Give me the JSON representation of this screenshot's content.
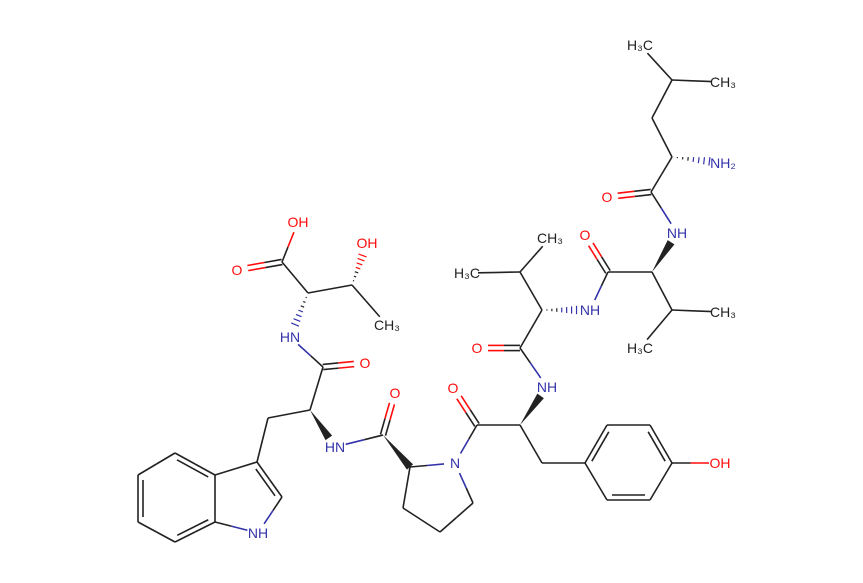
{
  "title": "Peptide structure: Leu-Val-Val-Tyr-Pro-Trp-Thr",
  "colors": {
    "carbon": "#222222",
    "oxygen": "#ff0d0d",
    "nitrogen": "#3333aa"
  },
  "atom_labels": {
    "L_me1": "H₃C",
    "L_me2": "CH₃",
    "L_n": "NH₂",
    "L_o": "O",
    "V1_n": "NH",
    "V1_o": "O",
    "V1_me1": "CH₃",
    "V1_me2": "H₃C",
    "V2_n": "NH",
    "V2_me1": "CH₃",
    "V2_me2": "H₃C",
    "V2_o": "O",
    "Y_n": "NH",
    "Y_o": "O",
    "P_n": "N",
    "Y_oh": "OH",
    "P_o": "O",
    "W_n": "HN",
    "W_o": "O",
    "T_n": "HN",
    "i1": "NH",
    "T_o1": "O",
    "T_oh": "OH",
    "T_og": "OH",
    "T_me": "CH₃"
  }
}
